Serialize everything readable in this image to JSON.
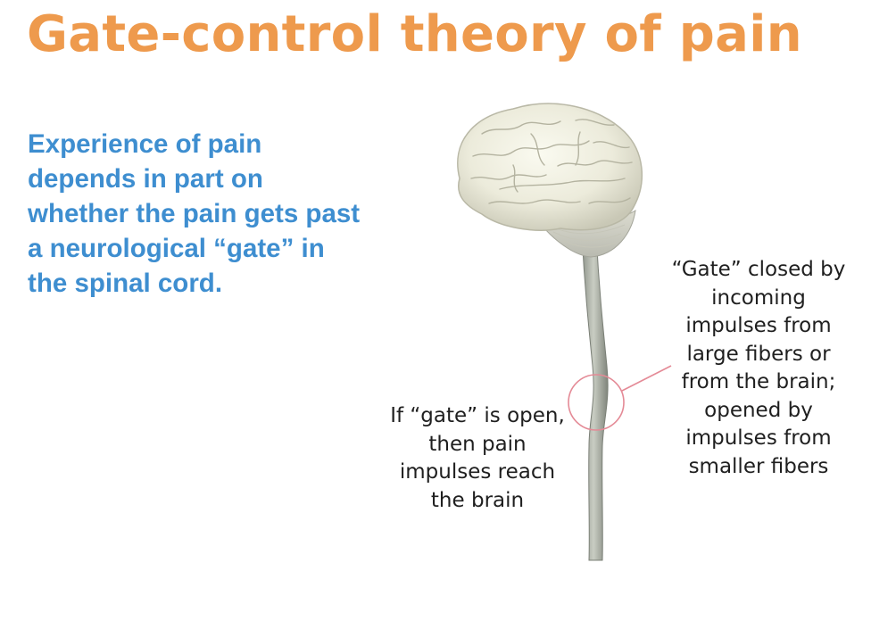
{
  "title": "Gate-control theory of pain",
  "body_lines": [
    "Experience of pain",
    "depends in part on",
    "whether the pain gets past",
    "a neurological “gate” in",
    "the spinal cord."
  ],
  "callout_left_lines": [
    "If “gate” is open,",
    "then pain",
    "impulses reach",
    "the brain"
  ],
  "callout_right_lines": [
    "“Gate” closed by",
    "incoming",
    "impulses from",
    "large fibers or",
    "from the brain;",
    "opened by",
    "impulses from",
    "smaller fibers"
  ],
  "colors": {
    "title": "#ee9a4d",
    "body": "#3e8ed0",
    "gate_marker": "#e48a96"
  }
}
